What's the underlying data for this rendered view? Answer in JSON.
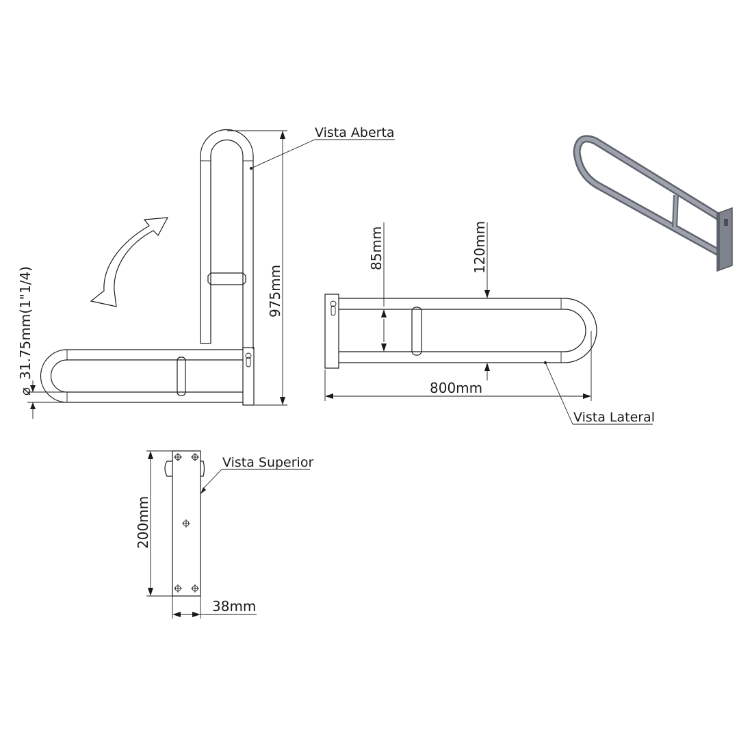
{
  "views": {
    "open": "Vista Aberta",
    "lateral": "Vista Lateral",
    "top": "Vista Superior"
  },
  "dimensions": {
    "diameter": "31.75mm(1\"1/4)",
    "height_open": "975mm",
    "spacing": "85mm",
    "depth": "120mm",
    "length": "800mm",
    "plate_height": "200mm",
    "plate_width": "38mm"
  },
  "colors": {
    "line": "#1a1a1a",
    "render_bar": "#8a8e9a",
    "render_shade": "#5f636e"
  }
}
